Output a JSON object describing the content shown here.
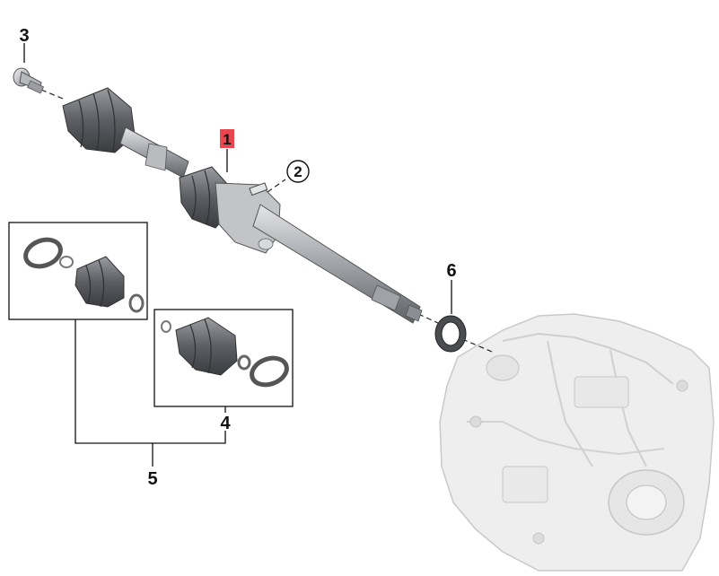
{
  "diagram": {
    "callouts": {
      "c1": "1",
      "c2": "2",
      "c3": "3",
      "c4": "4",
      "c5": "5",
      "c6": "6"
    },
    "colors": {
      "highlight": "#e8474f",
      "part_dark": "#6d6f75",
      "part_mid": "#a3a6ab",
      "part_light": "#d9dadd",
      "housing": "#ececec"
    }
  }
}
